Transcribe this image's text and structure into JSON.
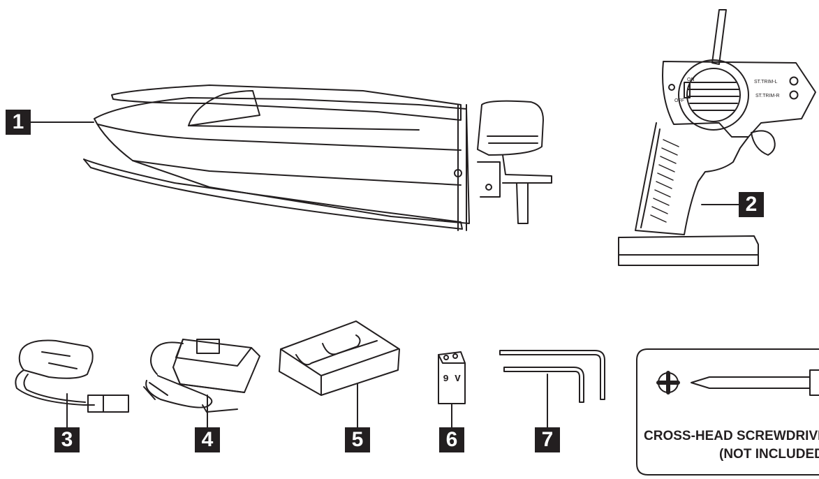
{
  "callouts": [
    "1",
    "2",
    "3",
    "4",
    "5",
    "6",
    "7"
  ],
  "transmitter": {
    "on_label": "ON",
    "off_label": "OFF",
    "trim_left_label": "ST.TRIM-L",
    "trim_right_label": "ST.TRIM-R"
  },
  "battery_9v_label": "9 V",
  "screwdriver": {
    "line1": "CROSS-HEAD SCREWDRIVER",
    "line2": "(NOT INCLUDED)"
  },
  "colors": {
    "ink": "#231f20",
    "background": "#ffffff"
  }
}
